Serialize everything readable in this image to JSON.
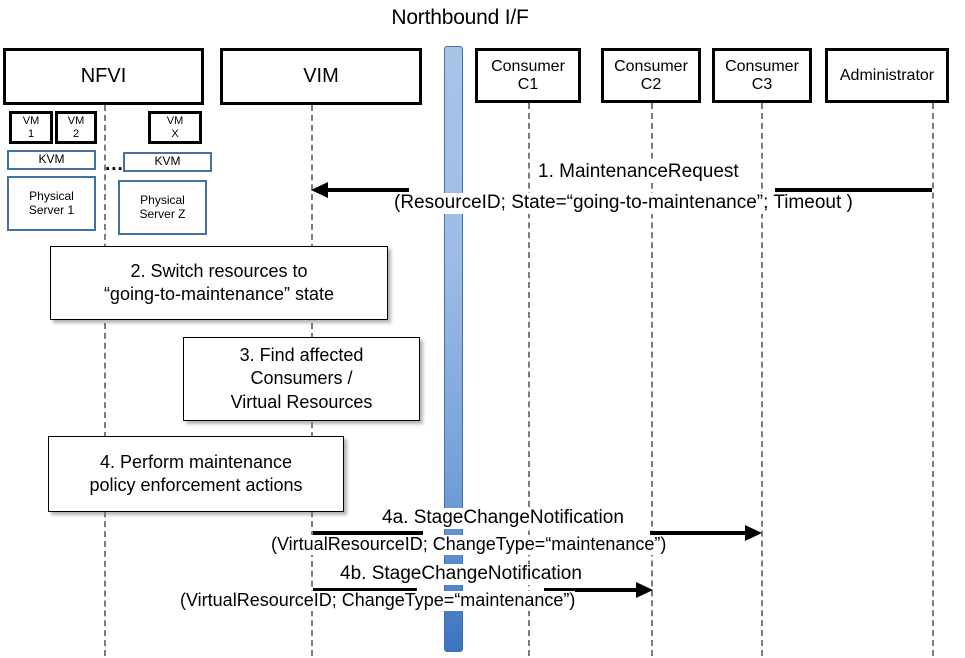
{
  "diagram": {
    "title": "Northbound I/F",
    "type": "sequence-diagram",
    "accent_blue": "#4472a8",
    "lifeline_gray": "#7b7b7b"
  },
  "actors": [
    {
      "name": "nfvi",
      "label": "NFVI"
    },
    {
      "name": "vim",
      "label": "VIM"
    },
    {
      "name": "consumer-c1",
      "line1": "Consumer",
      "line2": "C1"
    },
    {
      "name": "consumer-c2",
      "line1": "Consumer",
      "line2": "C2"
    },
    {
      "name": "consumer-c3",
      "line1": "Consumer",
      "line2": "C3"
    },
    {
      "name": "administrator",
      "label": "Administrator"
    }
  ],
  "nfvi_internals": {
    "vms": [
      {
        "line1": "VM",
        "line2": "1"
      },
      {
        "line1": "VM",
        "line2": "2"
      },
      {
        "line1": "VM",
        "line2": "X"
      }
    ],
    "hypervisors": [
      {
        "label": "KVM"
      },
      {
        "label": "KVM"
      }
    ],
    "servers": [
      {
        "line1": "Physical",
        "line2": "Server 1"
      },
      {
        "line1": "Physical",
        "line2": "Server Z"
      }
    ],
    "ellipsis": "..."
  },
  "steps": [
    {
      "name": "step-2",
      "line1": "2. Switch resources to",
      "line2": "“going-to-maintenance” state"
    },
    {
      "name": "step-3",
      "line1": "3. Find affected",
      "line2": "Consumers /",
      "line3": "Virtual Resources"
    },
    {
      "name": "step-4",
      "line1": "4. Perform maintenance",
      "line2": "policy enforcement actions"
    }
  ],
  "messages": [
    {
      "name": "message-1-maintenance-request",
      "title": "1.   MaintenanceRequest",
      "params": "(ResourceID; State=“going-to-maintenance”; Timeout )",
      "from": "administrator",
      "to": "vim",
      "direction": "left"
    },
    {
      "name": "message-4a-stage-change-notification",
      "title": "4a. StageChangeNotification",
      "params": "(VirtualResourceID; ChangeType=“maintenance”)",
      "from": "vim",
      "to": "consumer-c3",
      "direction": "right"
    },
    {
      "name": "message-4b-stage-change-notification",
      "title": "4b. StageChangeNotification",
      "params": "(VirtualResourceID; ChangeType=“maintenance”)",
      "from": "vim",
      "to": "consumer-c2",
      "direction": "right"
    }
  ]
}
